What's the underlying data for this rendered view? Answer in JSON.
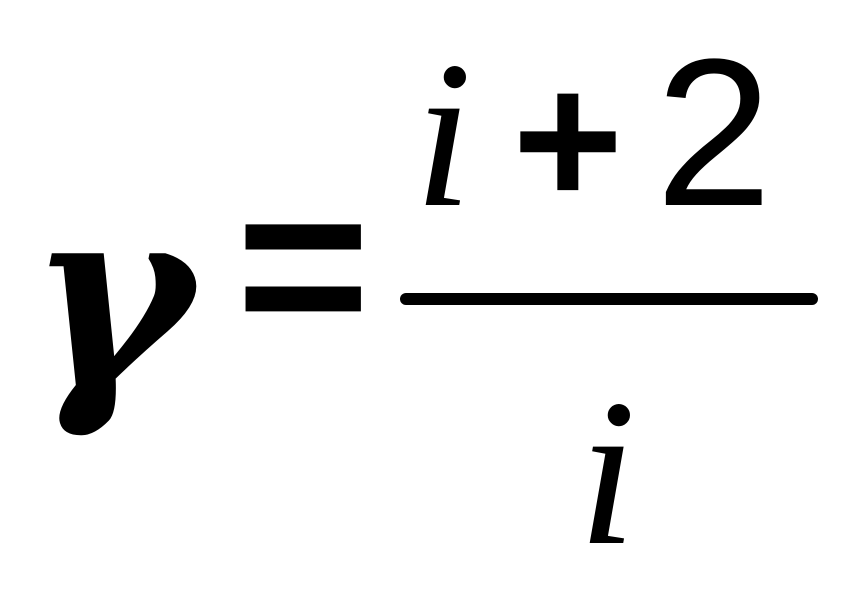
{
  "formula": {
    "lhs": "γ",
    "equals": "=",
    "numerator": {
      "variable": "i",
      "operator": "+",
      "constant": "2"
    },
    "denominator": "i"
  }
}
